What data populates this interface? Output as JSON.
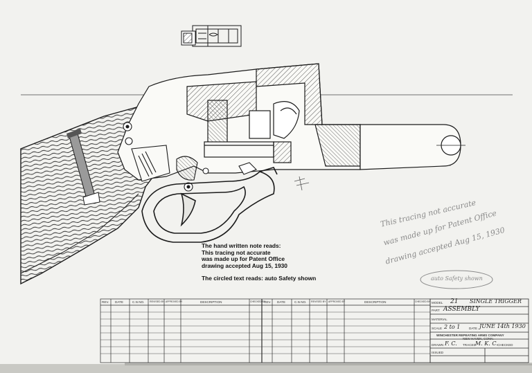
{
  "note": {
    "line1": "The hand written note reads:",
    "line2": "This tracing not accurate",
    "line3": "was made up for Patent Office",
    "line4": "drawing accepted Aug 15, 1930",
    "line5": "The circled text reads:  auto Safety shown"
  },
  "handwriting": {
    "main_line1": "This tracing not accurate",
    "main_line2": "was made up for Patent Office",
    "main_line3": "drawing accepted Aug 15, 1930",
    "circled": "auto Safety shown"
  },
  "revision_table": {
    "headers_left": [
      "REV.",
      "DATE",
      "C.N NO.",
      "REVISED BY",
      "APPROVED BY",
      "DESCRIPTION",
      "CHECKED BY"
    ],
    "headers_right": [
      "REV.",
      "DATE",
      "C.N NO.",
      "REVISED BY",
      "APPROVED BY",
      "DESCRIPTION",
      "CHECKED BY"
    ]
  },
  "title_block": {
    "model_label": "MODEL",
    "model_value": "21",
    "model_desc": "SINGLE TRIGGER",
    "part_label": "PART",
    "part_value": "ASSEMBLY",
    "material_label": "MATERIAL",
    "scale_label": "SCALE",
    "scale_value": "2 to 1",
    "date_label": "DATE",
    "date_value": "JUNE 14th 1930",
    "company_line1": "WINCHESTER REPEATING ARMS COMPANY",
    "company_line2": "NEW HAVEN, CONN.",
    "drawn_label": "DRAWN",
    "drawn_value": "F. C.",
    "traced_label": "TRACED",
    "traced_value": "M. K. C.",
    "checked_label": "CHECKED",
    "issued_label": "ISSUED"
  },
  "colors": {
    "paper": "#f2f2ef",
    "ink": "#1b1b1b",
    "pencil": "#8a8a8a"
  }
}
